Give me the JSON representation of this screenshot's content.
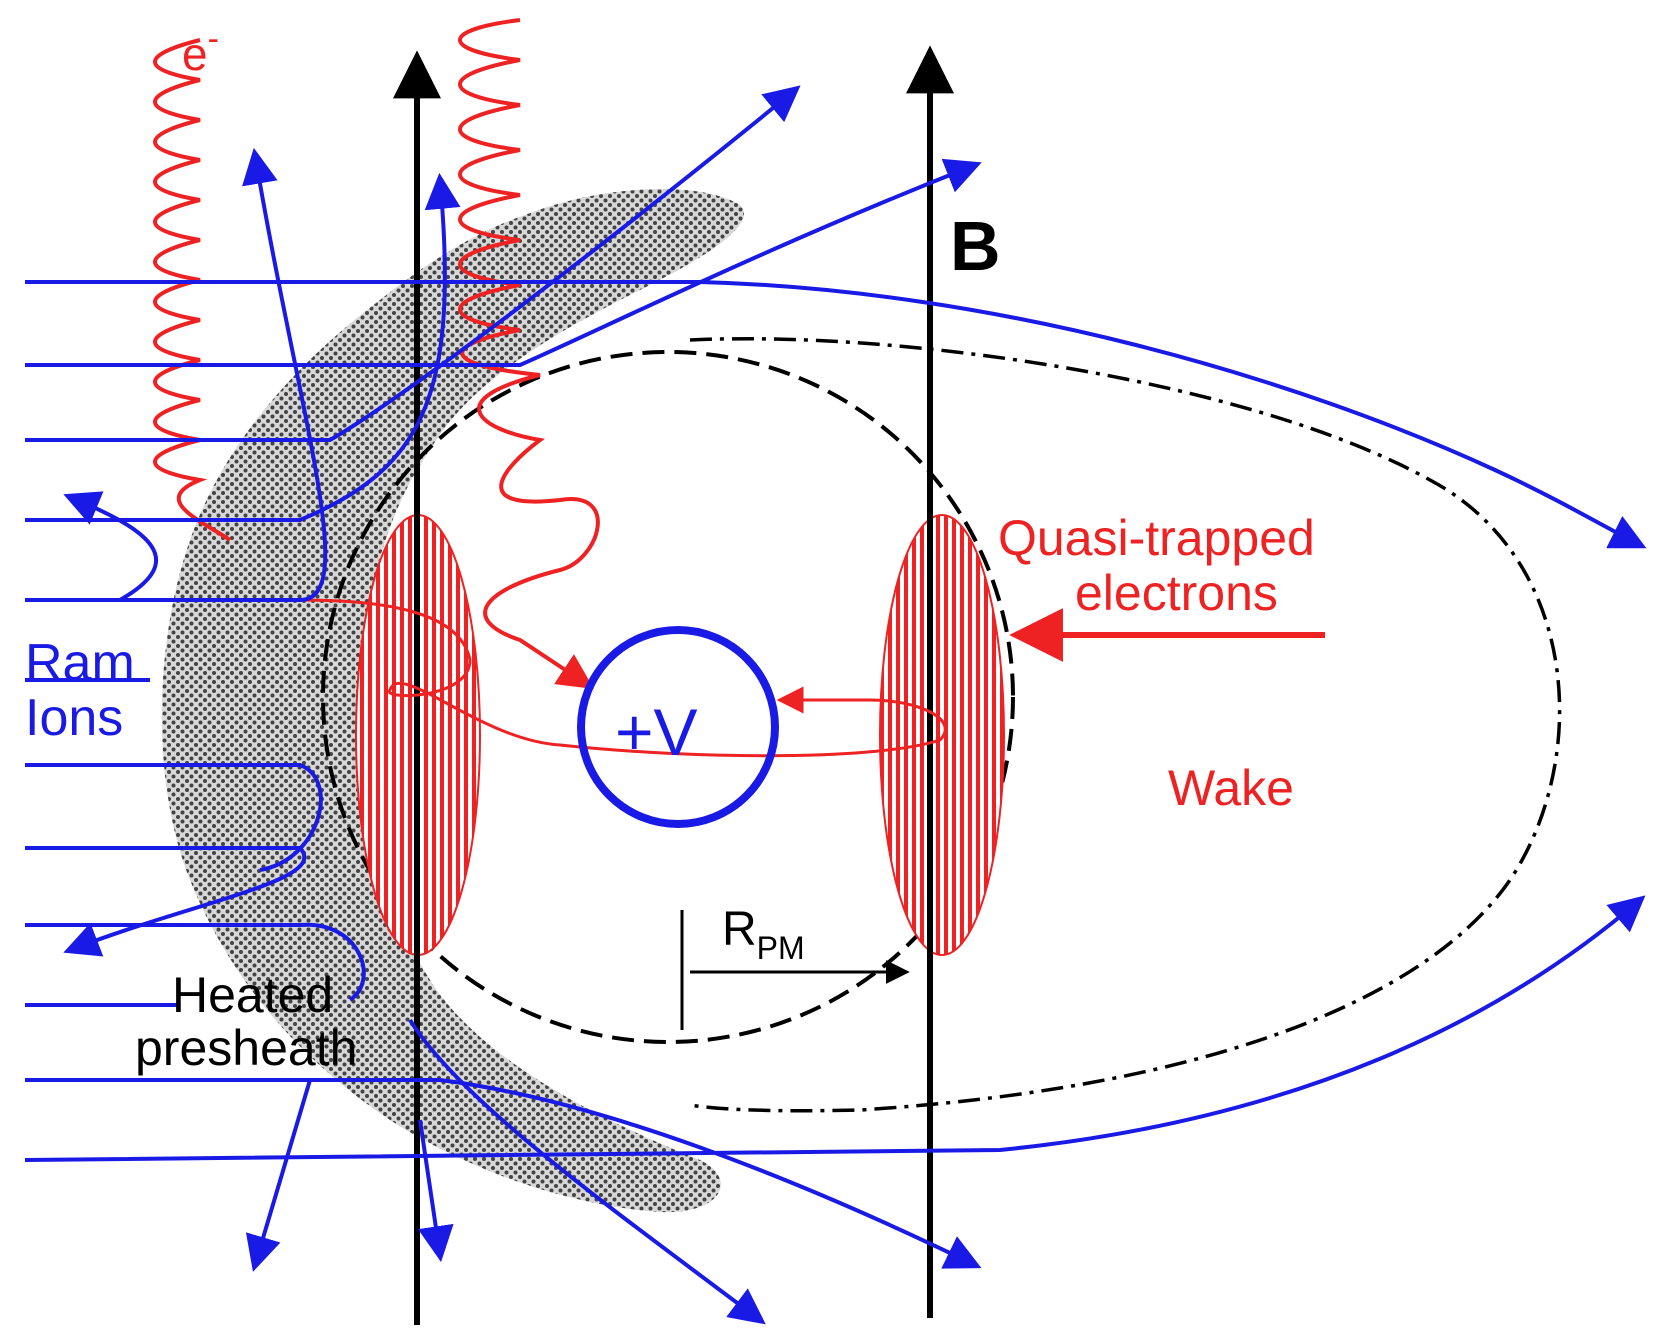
{
  "colors": {
    "ions": "#1a1ae6",
    "electrons": "#ee2222",
    "field": "#000000",
    "presheath": "#555555",
    "background": "#ffffff"
  },
  "labels": {
    "electron_symbol": "e",
    "electron_sign": "-",
    "magnetic_field": "B",
    "probe_potential": "+V",
    "quasi_trapped_line1": "Quasi-trapped",
    "quasi_trapped_line2": "electrons",
    "wake": "Wake",
    "ram_ions_line1": "Ram",
    "ram_ions_line2": "Ions",
    "heated_presheath_line1": "Heated",
    "heated_presheath_line2": "presheath",
    "radius_main": "R",
    "radius_sub": "PM"
  }
}
